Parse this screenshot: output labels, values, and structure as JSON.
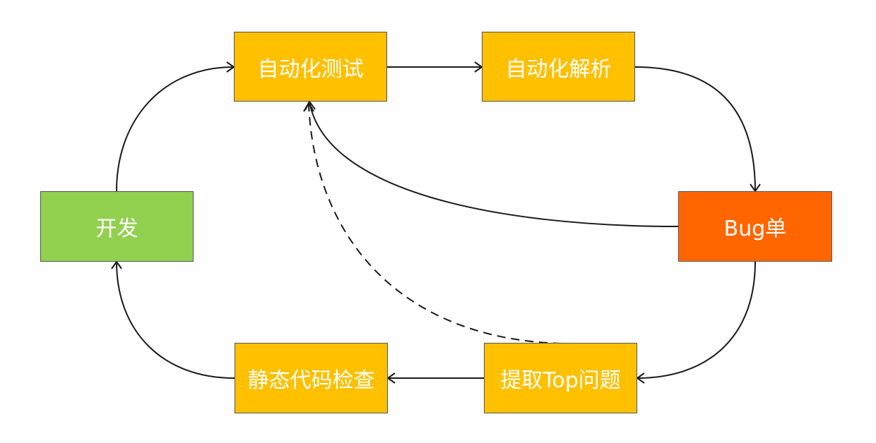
{
  "colors": {
    "dev": "#92d050",
    "process": "#ffc000",
    "bug": "#ff6600",
    "edge": "#1a1a1a"
  },
  "nodes": {
    "dev": {
      "label": "开发"
    },
    "auto_test": {
      "label": "自动化测试"
    },
    "auto_parse": {
      "label": "自动化解析"
    },
    "bug": {
      "label": "Bug单"
    },
    "top_issues": {
      "label": "提取Top问题"
    },
    "static_check": {
      "label": "静态代码检查"
    }
  },
  "edges": [
    {
      "from": "dev",
      "to": "auto_test",
      "style": "solid"
    },
    {
      "from": "auto_test",
      "to": "auto_parse",
      "style": "solid"
    },
    {
      "from": "auto_parse",
      "to": "bug",
      "style": "solid"
    },
    {
      "from": "bug",
      "to": "auto_test",
      "style": "solid"
    },
    {
      "from": "bug",
      "to": "top_issues",
      "style": "solid"
    },
    {
      "from": "top_issues",
      "to": "auto_test",
      "style": "dashed"
    },
    {
      "from": "top_issues",
      "to": "static_check",
      "style": "solid"
    },
    {
      "from": "static_check",
      "to": "dev",
      "style": "solid"
    }
  ]
}
